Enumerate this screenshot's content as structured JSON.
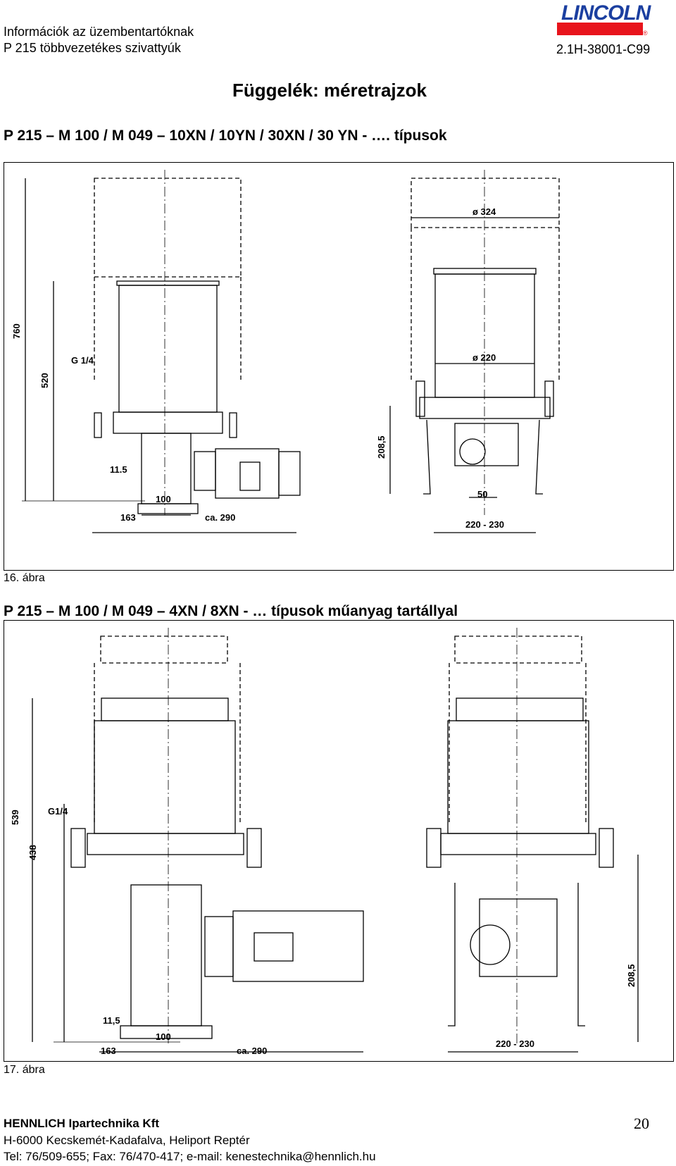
{
  "header": {
    "line1": "Információk az üzembentartóknak",
    "line2": "P 215 többvezetékes szivattyúk",
    "doc_number": "2.1H-38001-C99",
    "logo_text": "LINCOLN",
    "logo_reg": "®"
  },
  "page_title": "Függelék: méretrajzok",
  "figure16": {
    "title": "P 215 – M 100 / M 049 – 10XN / 10YN / 30XN / 30 YN - …. típusok",
    "caption": "16. ábra",
    "dims": {
      "total_height": "760",
      "height_520": "520",
      "thread": "G 1/4",
      "d11_5": "11.5",
      "w100": "100",
      "w163": "163",
      "w290": "ca. 290",
      "dia324": "ø 324",
      "dia220": "ø 220",
      "h208": "208,5",
      "w50": "50",
      "w220_230": "220 - 230"
    }
  },
  "figure17": {
    "title": "P 215 – M 100 / M 049 – 4XN / 8XN - … típusok műanyag tartállyal",
    "caption": "17. ábra",
    "dims": {
      "total_height": "539",
      "height_438": "438",
      "thread": "G1/4",
      "d11_5": "11,5",
      "w100": "100",
      "w163": "163",
      "w290": "ca. 290",
      "h208": "208,5",
      "w220_230": "220 - 230"
    }
  },
  "footer": {
    "company": "HENNLICH Ipartechnika Kft",
    "address": "H-6000 Kecskemét-Kadafalva, Heliport Reptér",
    "contact": "Tel: 76/509-655; Fax: 76/470-417; e-mail: kenestechnika@hennlich.hu",
    "page_number": "20"
  },
  "colors": {
    "logo_blue": "#1b3fa0",
    "logo_red": "#e8141c"
  }
}
